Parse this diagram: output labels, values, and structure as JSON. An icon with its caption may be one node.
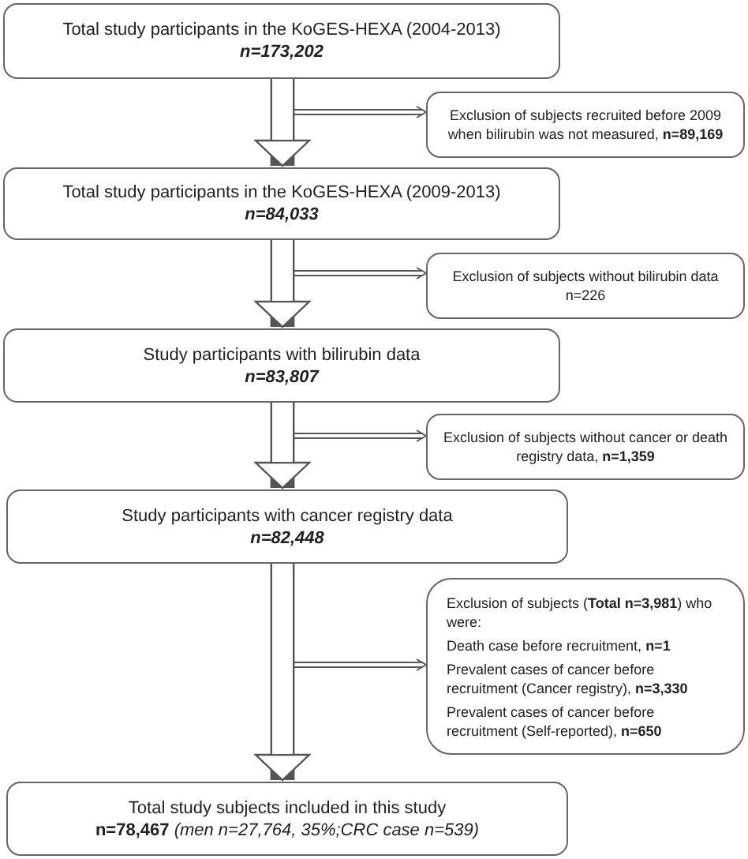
{
  "diagram": {
    "nodes": [
      {
        "text": [
          "Total study participants in the KoGES-HEXA (2004-2013)",
          "n=173,202"
        ]
      },
      {
        "text": [
          "Exclusion of subjects recruited before 2009 when bilirubin was not measured, **n=89,169**"
        ]
      },
      {
        "text": [
          "Total study participants in the KoGES-HEXA (2009-2013)",
          "n=84,033"
        ]
      },
      {
        "text": [
          "Exclusion of subjects without bilirubin data",
          "n=226"
        ]
      },
      {
        "text": [
          "Study participants with bilirubin data",
          "n=83,807"
        ]
      },
      {
        "text": [
          "Exclusion of subjects without cancer or death registry data, **n=1,359**"
        ]
      },
      {
        "text": [
          "Study participants with cancer registry data",
          "n=82,448"
        ]
      },
      {
        "text": [
          "Exclusion of subjects (**Total n=3,981**) who were:",
          "Death case before recruitment, **n=1**",
          "Prevalent cases of cancer before recruitment (Cancer registry), **n=3,330**",
          "Prevalent cases of cancer before recruitment (Self-reported), **n=650**"
        ]
      },
      {
        "text": [
          "Total study subjects included in this study",
          "**n=78,467** *(men n=27,764, 35%;CRC case n=539)*"
        ]
      }
    ],
    "edges": [
      {
        "from": 0,
        "to": 2,
        "arrow": "to",
        "style": "thick"
      },
      {
        "from": null,
        "to": 1,
        "arrow": "to"
      },
      {
        "from": 2,
        "to": 4,
        "arrow": "to",
        "style": "thick"
      },
      {
        "from": null,
        "to": 3,
        "arrow": "to"
      },
      {
        "from": 4,
        "to": 6,
        "arrow": "to",
        "style": "thick"
      },
      {
        "from": null,
        "to": 5,
        "arrow": "to"
      },
      {
        "from": 6,
        "to": 8,
        "arrow": "to",
        "style": "thick"
      },
      {
        "from": null,
        "to": 7,
        "arrow": "to"
      }
    ]
  }
}
